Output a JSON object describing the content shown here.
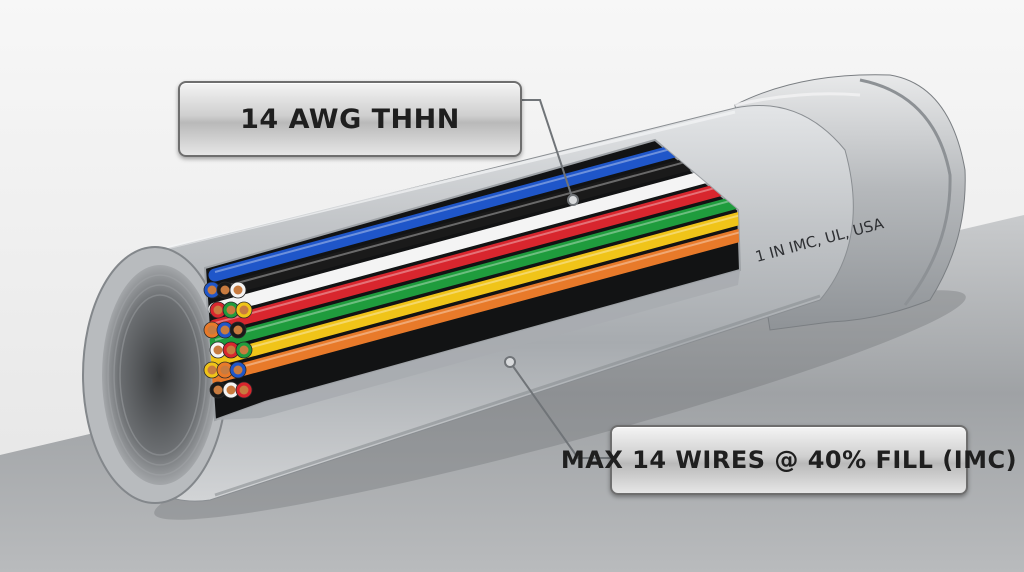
{
  "labels": {
    "wire_gauge": "14 AWG THHN",
    "conduit_marking": "1 IN IMC, UL, USA",
    "fill_limit": "MAX 14 WIRES @ 40% FILL (IMC)"
  },
  "wire_colors": [
    "#1f56c9",
    "#1a1a1a",
    "#f4f4f4",
    "#d8262e",
    "#1f9c3d",
    "#f0c419",
    "#e87a2a"
  ],
  "colors": {
    "background": "#f2f2f2",
    "table_surface": "#a9abae",
    "conduit_metal": "#b7babd",
    "copper": "#c87b3f"
  }
}
